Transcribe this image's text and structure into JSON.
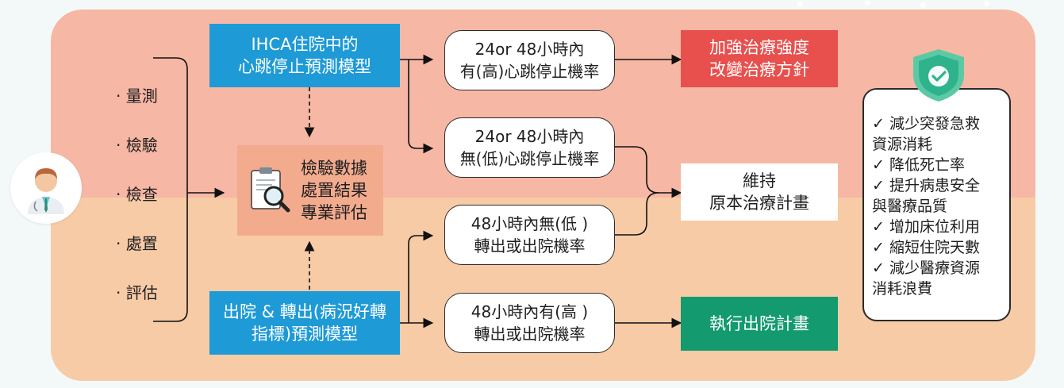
{
  "inputs": [
    "· 量測",
    "· 檢驗",
    "· 檢查",
    "· 處置",
    "· 評估"
  ],
  "models": {
    "ihca": {
      "line1": "IHCA住院中的",
      "line2": "心跳停止預測模型"
    },
    "discharge": {
      "line1": "出院 & 轉出(病況好轉",
      "line2": "指標)預測模型"
    }
  },
  "center": {
    "line1": "檢驗數據",
    "line2": "處置結果",
    "line3": "專業評估"
  },
  "outcomes": {
    "high_arrest": {
      "line1": "24or 48小時內",
      "line2": "有(高)心跳停止機率"
    },
    "low_arrest": {
      "line1": "24or 48小時內",
      "line2": "無(低)心跳停止機率"
    },
    "low_discharge": {
      "line1": "48小時內無(低 )",
      "line2": "轉出或出院機率"
    },
    "high_discharge": {
      "line1": "48小時內有(高 )",
      "line2": "轉出或出院機率"
    }
  },
  "actions": {
    "intensify": {
      "line1": "加強治療強度",
      "line2": "改變治療方針"
    },
    "maintain": {
      "line1": "維持",
      "line2": "原本治療計畫"
    },
    "discharge": {
      "line1": "執行出院計畫"
    }
  },
  "benefits": [
    {
      "check": "✓",
      "text": "減少突發急救"
    },
    {
      "check": "",
      "text": "資源消耗"
    },
    {
      "check": "✓",
      "text": "降低死亡率"
    },
    {
      "check": "✓",
      "text": "提升病患安全"
    },
    {
      "check": "",
      "text": "與醫療品質"
    },
    {
      "check": "✓",
      "text": "增加床位利用"
    },
    {
      "check": "✓",
      "text": "縮短住院天數"
    },
    {
      "check": "✓",
      "text": "減少醫療資源"
    },
    {
      "check": "",
      "text": "消耗浪費"
    }
  ],
  "icons": {
    "doctor": "doctor-avatar-icon",
    "lab": "clipboard-magnifier-icon",
    "shield": "shield-check-icon"
  },
  "colors": {
    "top_band": "#f6b7a4",
    "bottom_band": "#f7cba6",
    "model_blue": "#1e9ad6",
    "action_red": "#e7504d",
    "action_green": "#149a6f",
    "shield_green": "#2fb38d"
  }
}
